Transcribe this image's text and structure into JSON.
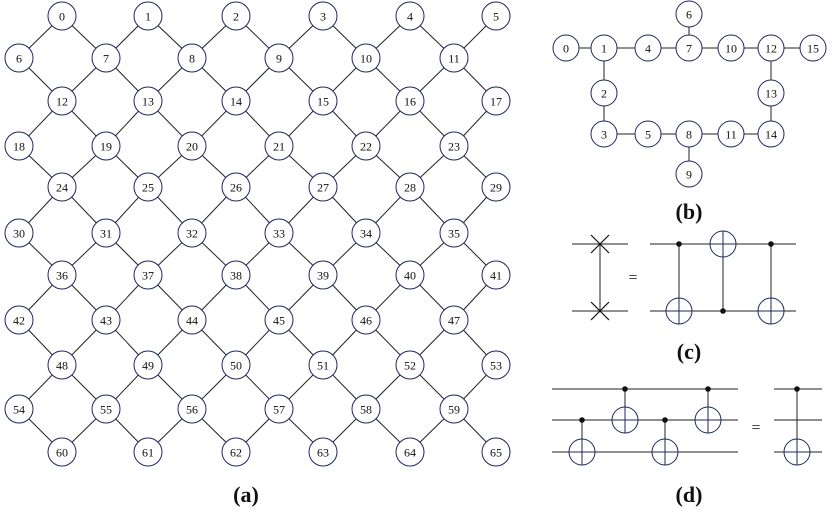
{
  "panels": {
    "a": {
      "label": "(a)"
    },
    "b": {
      "label": "(b)"
    },
    "c": {
      "label": "(c)",
      "equals": "="
    },
    "d": {
      "label": "(d)",
      "equals": "="
    }
  },
  "lattice": {
    "rows": [
      [
        "0",
        "1",
        "2",
        "3",
        "4",
        "5"
      ],
      [
        "6",
        "7",
        "8",
        "9",
        "10",
        "11"
      ],
      [
        "12",
        "13",
        "14",
        "15",
        "16",
        "17"
      ],
      [
        "18",
        "19",
        "20",
        "21",
        "22",
        "23"
      ],
      [
        "24",
        "25",
        "26",
        "27",
        "28",
        "29"
      ],
      [
        "30",
        "31",
        "32",
        "33",
        "34",
        "35"
      ],
      [
        "36",
        "37",
        "38",
        "39",
        "40",
        "41"
      ],
      [
        "42",
        "43",
        "44",
        "45",
        "46",
        "47"
      ],
      [
        "48",
        "49",
        "50",
        "51",
        "52",
        "53"
      ],
      [
        "54",
        "55",
        "56",
        "57",
        "58",
        "59"
      ],
      [
        "60",
        "61",
        "62",
        "63",
        "64",
        "65"
      ]
    ]
  },
  "chain": {
    "nodes": [
      "0",
      "1",
      "4",
      "7",
      "10",
      "12",
      "15",
      "6",
      "2",
      "13",
      "3",
      "5",
      "8",
      "11",
      "14",
      "9"
    ]
  },
  "colors": {
    "node_stroke": "#1b2a5e",
    "edge": "#222222",
    "control_dot": "#111111"
  }
}
